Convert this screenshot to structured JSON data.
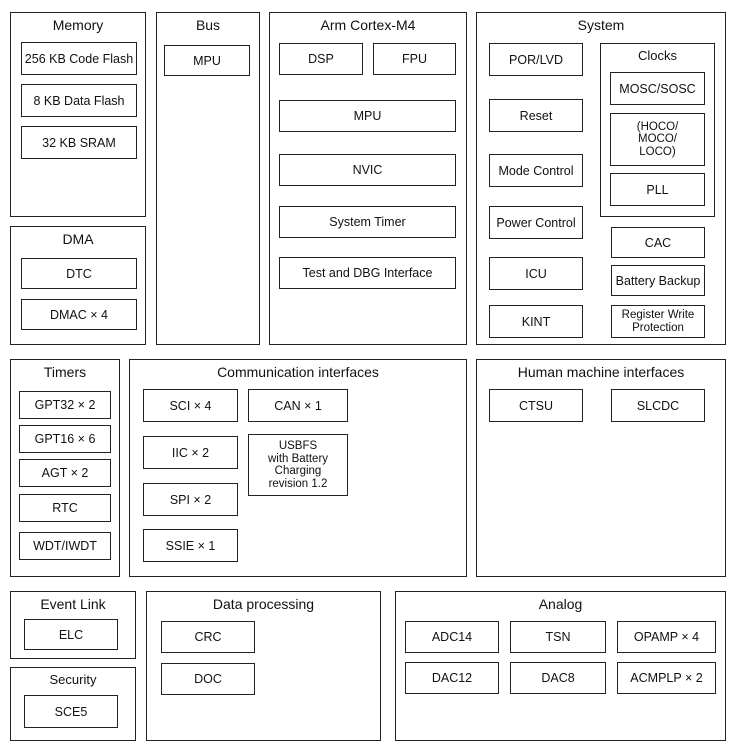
{
  "memory": {
    "title": "Memory",
    "code_flash": "256 KB Code Flash",
    "data_flash": "8 KB Data Flash",
    "sram": "32 KB SRAM"
  },
  "bus": {
    "title": "Bus",
    "mpu": "MPU"
  },
  "cortex": {
    "title": "Arm Cortex-M4",
    "dsp": "DSP",
    "fpu": "FPU",
    "mpu": "MPU",
    "nvic": "NVIC",
    "systimer": "System Timer",
    "debug": "Test and DBG Interface"
  },
  "system": {
    "title": "System",
    "por": "POR/LVD",
    "reset": "Reset",
    "mode": "Mode Control",
    "power": "Power Control",
    "icu": "ICU",
    "kint": "KINT",
    "clocks": {
      "title": "Clocks",
      "mosc": "MOSC/SOSC",
      "hoco": "(HOCO/\nMOCO/\nLOCO)",
      "pll": "PLL"
    },
    "cac": "CAC",
    "battery": "Battery Backup",
    "regwrite": "Register Write\nProtection"
  },
  "dma": {
    "title": "DMA",
    "dtc": "DTC",
    "dmac": "DMAC × 4"
  },
  "timers": {
    "title": "Timers",
    "gpt32": "GPT32 × 2",
    "gpt16": "GPT16 × 6",
    "agt": "AGT × 2",
    "rtc": "RTC",
    "wdt": "WDT/IWDT"
  },
  "comm": {
    "title": "Communication interfaces",
    "sci": "SCI × 4",
    "can": "CAN × 1",
    "iic": "IIC × 2",
    "usb": "USBFS\nwith Battery\nCharging\nrevision 1.2",
    "spi": "SPI × 2",
    "ssie": "SSIE × 1"
  },
  "hmi": {
    "title": "Human machine interfaces",
    "ctsu": "CTSU",
    "slcdc": "SLCDC"
  },
  "event": {
    "title": "Event Link",
    "elc": "ELC"
  },
  "security": {
    "title": "Security",
    "sce": "SCE5"
  },
  "dataproc": {
    "title": "Data processing",
    "crc": "CRC",
    "doc": "DOC"
  },
  "analog": {
    "title": "Analog",
    "adc14": "ADC14",
    "tsn": "TSN",
    "opamp": "OPAMP × 4",
    "dac12": "DAC12",
    "dac8": "DAC8",
    "acmp": "ACMPLP × 2"
  }
}
